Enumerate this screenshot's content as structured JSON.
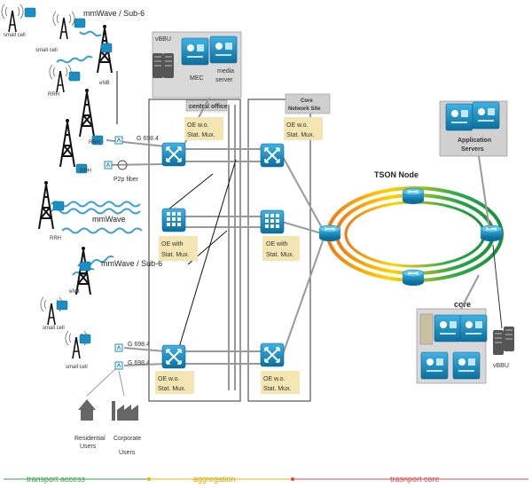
{
  "labels": {
    "mmwave_sub6_top": "mmWave / Sub-6",
    "mmwave_mid": "mmWave",
    "mmwave_sub6_bottom": "mmWave / Sub-6",
    "small_cell": "small cell",
    "rrh": "RRH",
    "enb": "eNB",
    "g6984": "G 698.4",
    "p2p_fiber": "P2p fiber",
    "vbbu_top": "vBBU",
    "mec": "MEC",
    "media_server_line1": "media",
    "media_server_line2": "server",
    "central_office": "central office",
    "core_site_line1": "Core",
    "core_site_line2": "Network Site",
    "oe_wo_line1": "OE w.o.",
    "oe_wo_line2": "Stat. Mux.",
    "oe_with_line1": "OE  with",
    "oe_with_line2": "Stat. Mux.",
    "tson_node": "TSON Node",
    "app_servers_line1": "Application",
    "app_servers_line2": "Servers",
    "core": "core",
    "vbbu_bottom": "vBBU",
    "residential_line1": "Residential",
    "residential_line2": "Users",
    "corporate_line1": "Corporate",
    "corporate_line2": "Users"
  },
  "sections": {
    "transport_access": "transport access",
    "aggregation": "aggregation",
    "transport_core": "trasnport core"
  },
  "colors": {
    "switch_blue": "#1a8fc4",
    "ring_yellow": "#ffd200",
    "ring_green": "#2aa84a",
    "ring_orange": "#ef7a14",
    "beige": "#f3e6b3",
    "access_green": "#3aa34a",
    "aggregation_yellow": "#e6b800",
    "core_red": "#d84a4a",
    "wave_blue": "#3aa0d8"
  }
}
